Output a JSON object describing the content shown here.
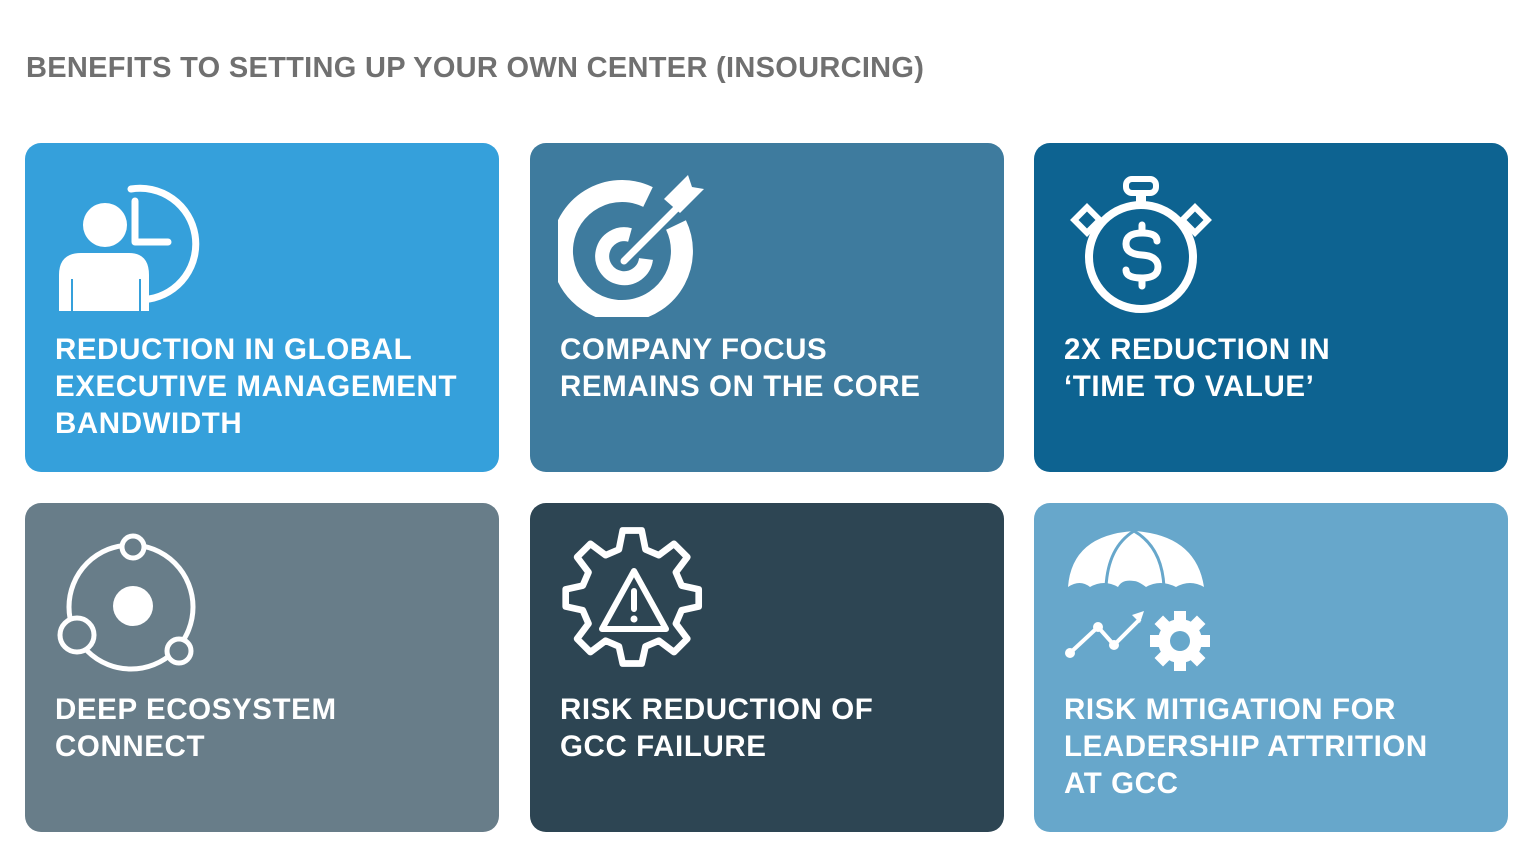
{
  "header": {
    "title": "BENEFITS TO SETTING UP YOUR OWN CENTER (INSOURCING)"
  },
  "cards": [
    {
      "label": "REDUCTION IN GLOBAL\nEXECUTIVE MANAGEMENT\nBANDWIDTH",
      "icon": "person-clock-icon",
      "color": "#35a0db"
    },
    {
      "label": "COMPANY FOCUS\nREMAINS ON THE CORE",
      "icon": "target-arrow-icon",
      "color": "#3e7b9e"
    },
    {
      "label": "2X REDUCTION IN\n‘TIME TO VALUE’",
      "icon": "stopwatch-dollar-icon",
      "color": "#0d6391"
    },
    {
      "label": "DEEP ECOSYSTEM\nCONNECT",
      "icon": "orbit-network-icon",
      "color": "#687d89"
    },
    {
      "label": "RISK REDUCTION OF\nGCC FAILURE",
      "icon": "gear-warning-icon",
      "color": "#2d4553"
    },
    {
      "label": "RISK MITIGATION FOR\nLEADERSHIP ATTRITION\nAT GCC",
      "icon": "umbrella-growth-gear-icon",
      "color": "#67a7cb"
    }
  ]
}
